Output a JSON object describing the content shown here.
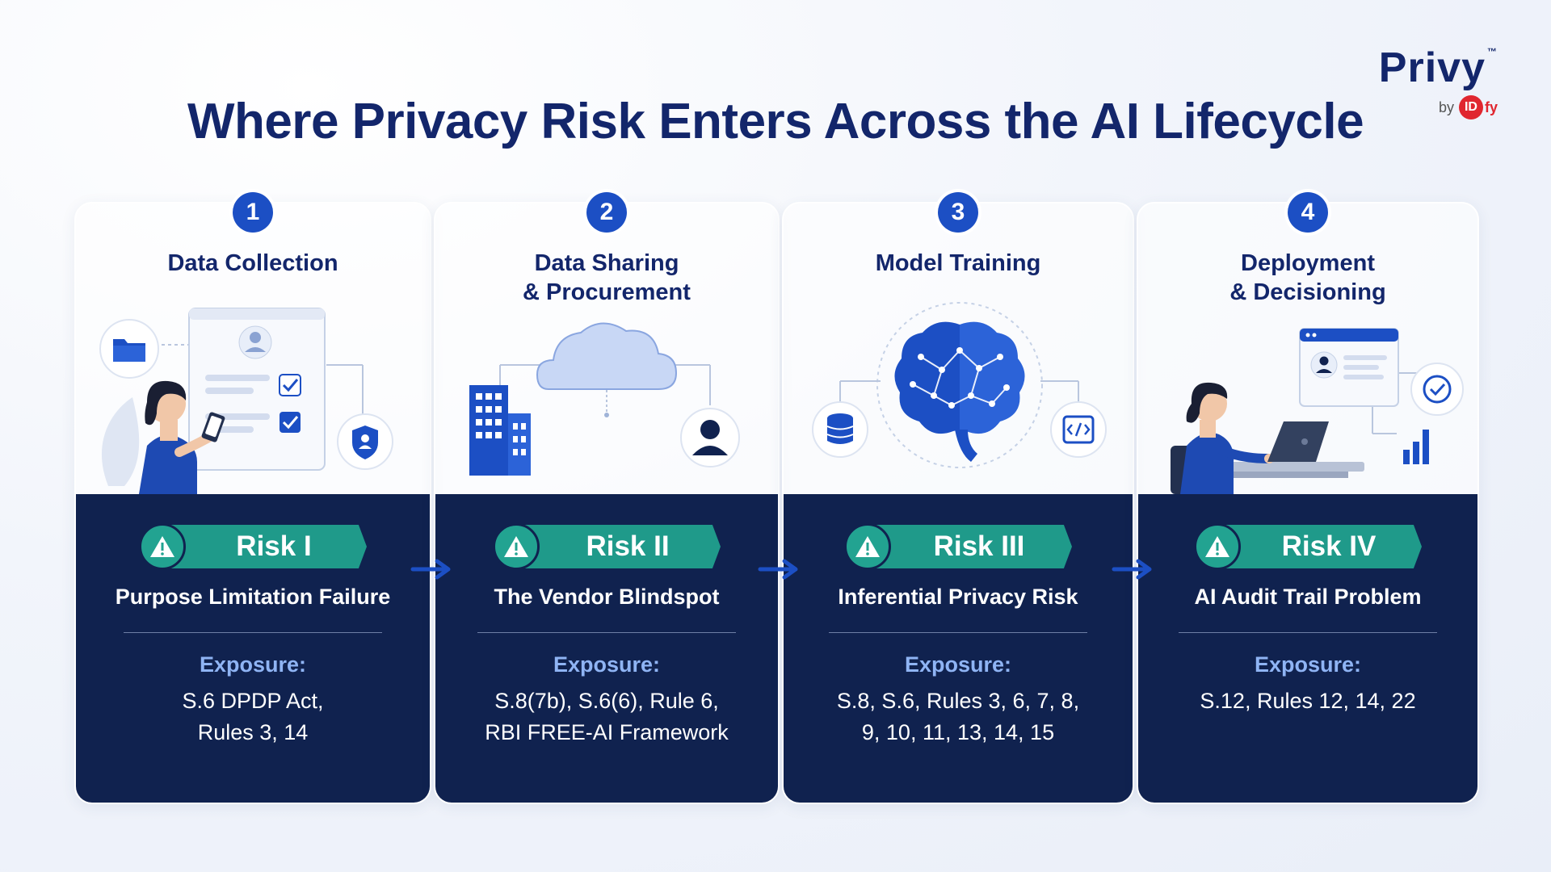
{
  "title": "Where Privacy Risk Enters Across the AI Lifecycle",
  "brand": {
    "name": "Privy",
    "tm": "™",
    "by": "by",
    "logo_id": "ID",
    "logo_fy": "fy"
  },
  "colors": {
    "navy": "#10224f",
    "accent_blue": "#1c4fc4",
    "teal": "#1f9a8a",
    "exposure": "#8fb4f4"
  },
  "stages": [
    {
      "number": "1",
      "title": "Data Collection",
      "risk": "Risk I",
      "risk_name": "Purpose Limitation Failure",
      "exposure_label": "Exposure:",
      "exposure": "S.6 DPDP Act,\nRules 3, 14",
      "icons": [
        "folder-icon",
        "person-with-phone",
        "form-checklist",
        "shield-user-icon"
      ]
    },
    {
      "number": "2",
      "title": "Data Sharing\n& Procurement",
      "risk": "Risk II",
      "risk_name": "The Vendor Blindspot",
      "exposure_label": "Exposure:",
      "exposure": "S.8(7b), S.6(6), Rule 6,\nRBI FREE-AI Framework",
      "icons": [
        "building-icon",
        "cloud-icon",
        "user-icon"
      ]
    },
    {
      "number": "3",
      "title": "Model Training",
      "risk": "Risk III",
      "risk_name": "Inferential Privacy Risk",
      "exposure_label": "Exposure:",
      "exposure": "S.8, S.6, Rules 3, 6, 7, 8,\n9, 10, 11, 13, 14, 15",
      "icons": [
        "database-icon",
        "brain-icon",
        "code-icon"
      ]
    },
    {
      "number": "4",
      "title": "Deployment\n& Decisioning",
      "risk": "Risk IV",
      "risk_name": "AI Audit Trail Problem",
      "exposure_label": "Exposure:",
      "exposure": "S.12, Rules 12, 14, 22",
      "icons": [
        "person-at-laptop",
        "dashboard-window",
        "check-circle-icon",
        "bar-chart-icon"
      ]
    }
  ]
}
